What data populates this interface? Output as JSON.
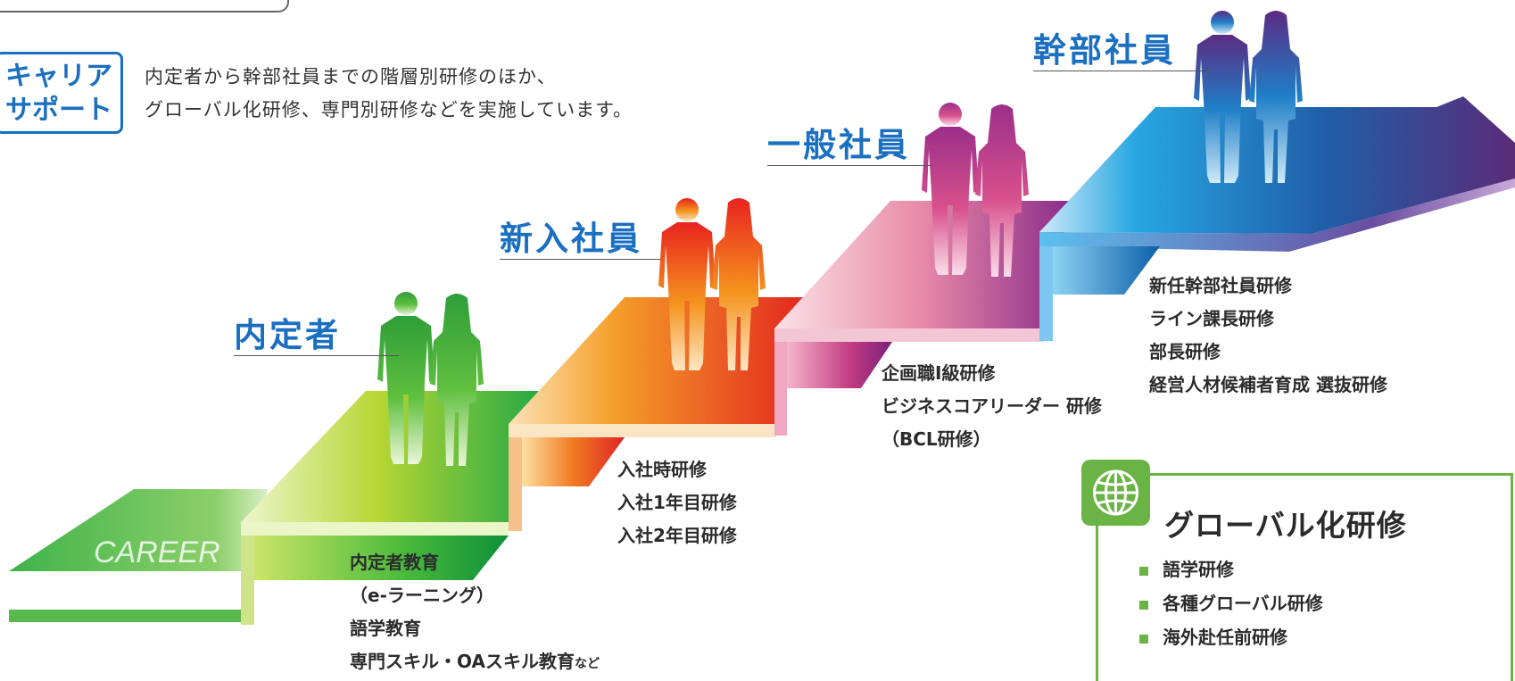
{
  "badge": {
    "line1": "キャリア",
    "line2": "サポート"
  },
  "intro": {
    "line1": "内定者から幹部社員までの階層別研修のほか、",
    "line2": "グローバル化研修、専門別研修などを実施しています。"
  },
  "career_text": "CAREER",
  "stages": [
    {
      "label": "内定者",
      "items": [
        "内定者教育",
        "（e-ラーニング）",
        "語学教育",
        "専門スキル・OAスキル教育"
      ],
      "suffix": "など"
    },
    {
      "label": "新入社員",
      "items": [
        "入社時研修",
        "入社1年目研修",
        "入社2年目研修"
      ]
    },
    {
      "label": "一般社員",
      "items": [
        "企画職Ⅰ級研修",
        "ビジネスコアリーダー 研修",
        "（BCL研修）"
      ]
    },
    {
      "label": "幹部社員",
      "items": [
        "新任幹部社員研修",
        "ライン課長研修",
        "部長研修",
        "経営人材候補者育成 選抜研修"
      ]
    }
  ],
  "global": {
    "title": "グローバル化研修",
    "items": [
      "語学研修",
      "各種グローバル研修",
      "海外赴任前研修"
    ]
  },
  "colors": {
    "accent_blue": "#1a6fc0",
    "green": "#6ab445",
    "step_green": "#3fb34a",
    "step_orange": "#f08a1c",
    "step_pink": "#c8467a",
    "step_blue": "#1a8fd8",
    "arrow_purple": "#5a2d7a"
  },
  "icons": [
    "globe-icon",
    "person-silhouette"
  ]
}
